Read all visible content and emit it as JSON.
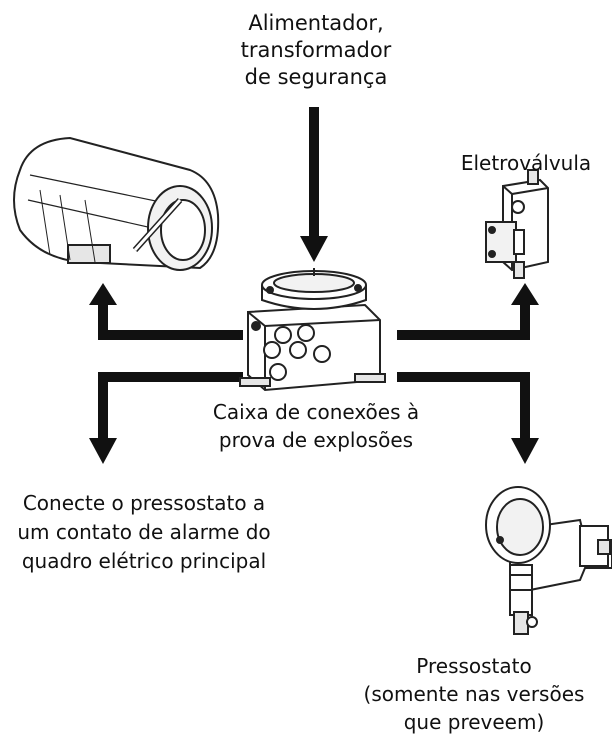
{
  "labels": {
    "supply": [
      "Alimentador,",
      "transformador",
      "de segurança"
    ],
    "valve": [
      "Eletroválvula"
    ],
    "box": [
      "Caixa de conexões à",
      "prova de explosões"
    ],
    "connect": [
      "Conecte o pressostato a",
      "um contato de alarme do",
      "quadro elétrico principal"
    ],
    "pressure_switch": [
      "Pressostato",
      "(somente nas versões",
      "que preveem)"
    ]
  },
  "icons": {
    "camera": "camera-housing-icon",
    "junction_box": "junction-box-icon",
    "valve": "solenoid-valve-icon",
    "pressure_switch": "pressure-switch-icon"
  },
  "colors": {
    "arrow": "#111111",
    "line": "#222222",
    "fill": "#ffffff",
    "shade": "#e6e6e6"
  }
}
